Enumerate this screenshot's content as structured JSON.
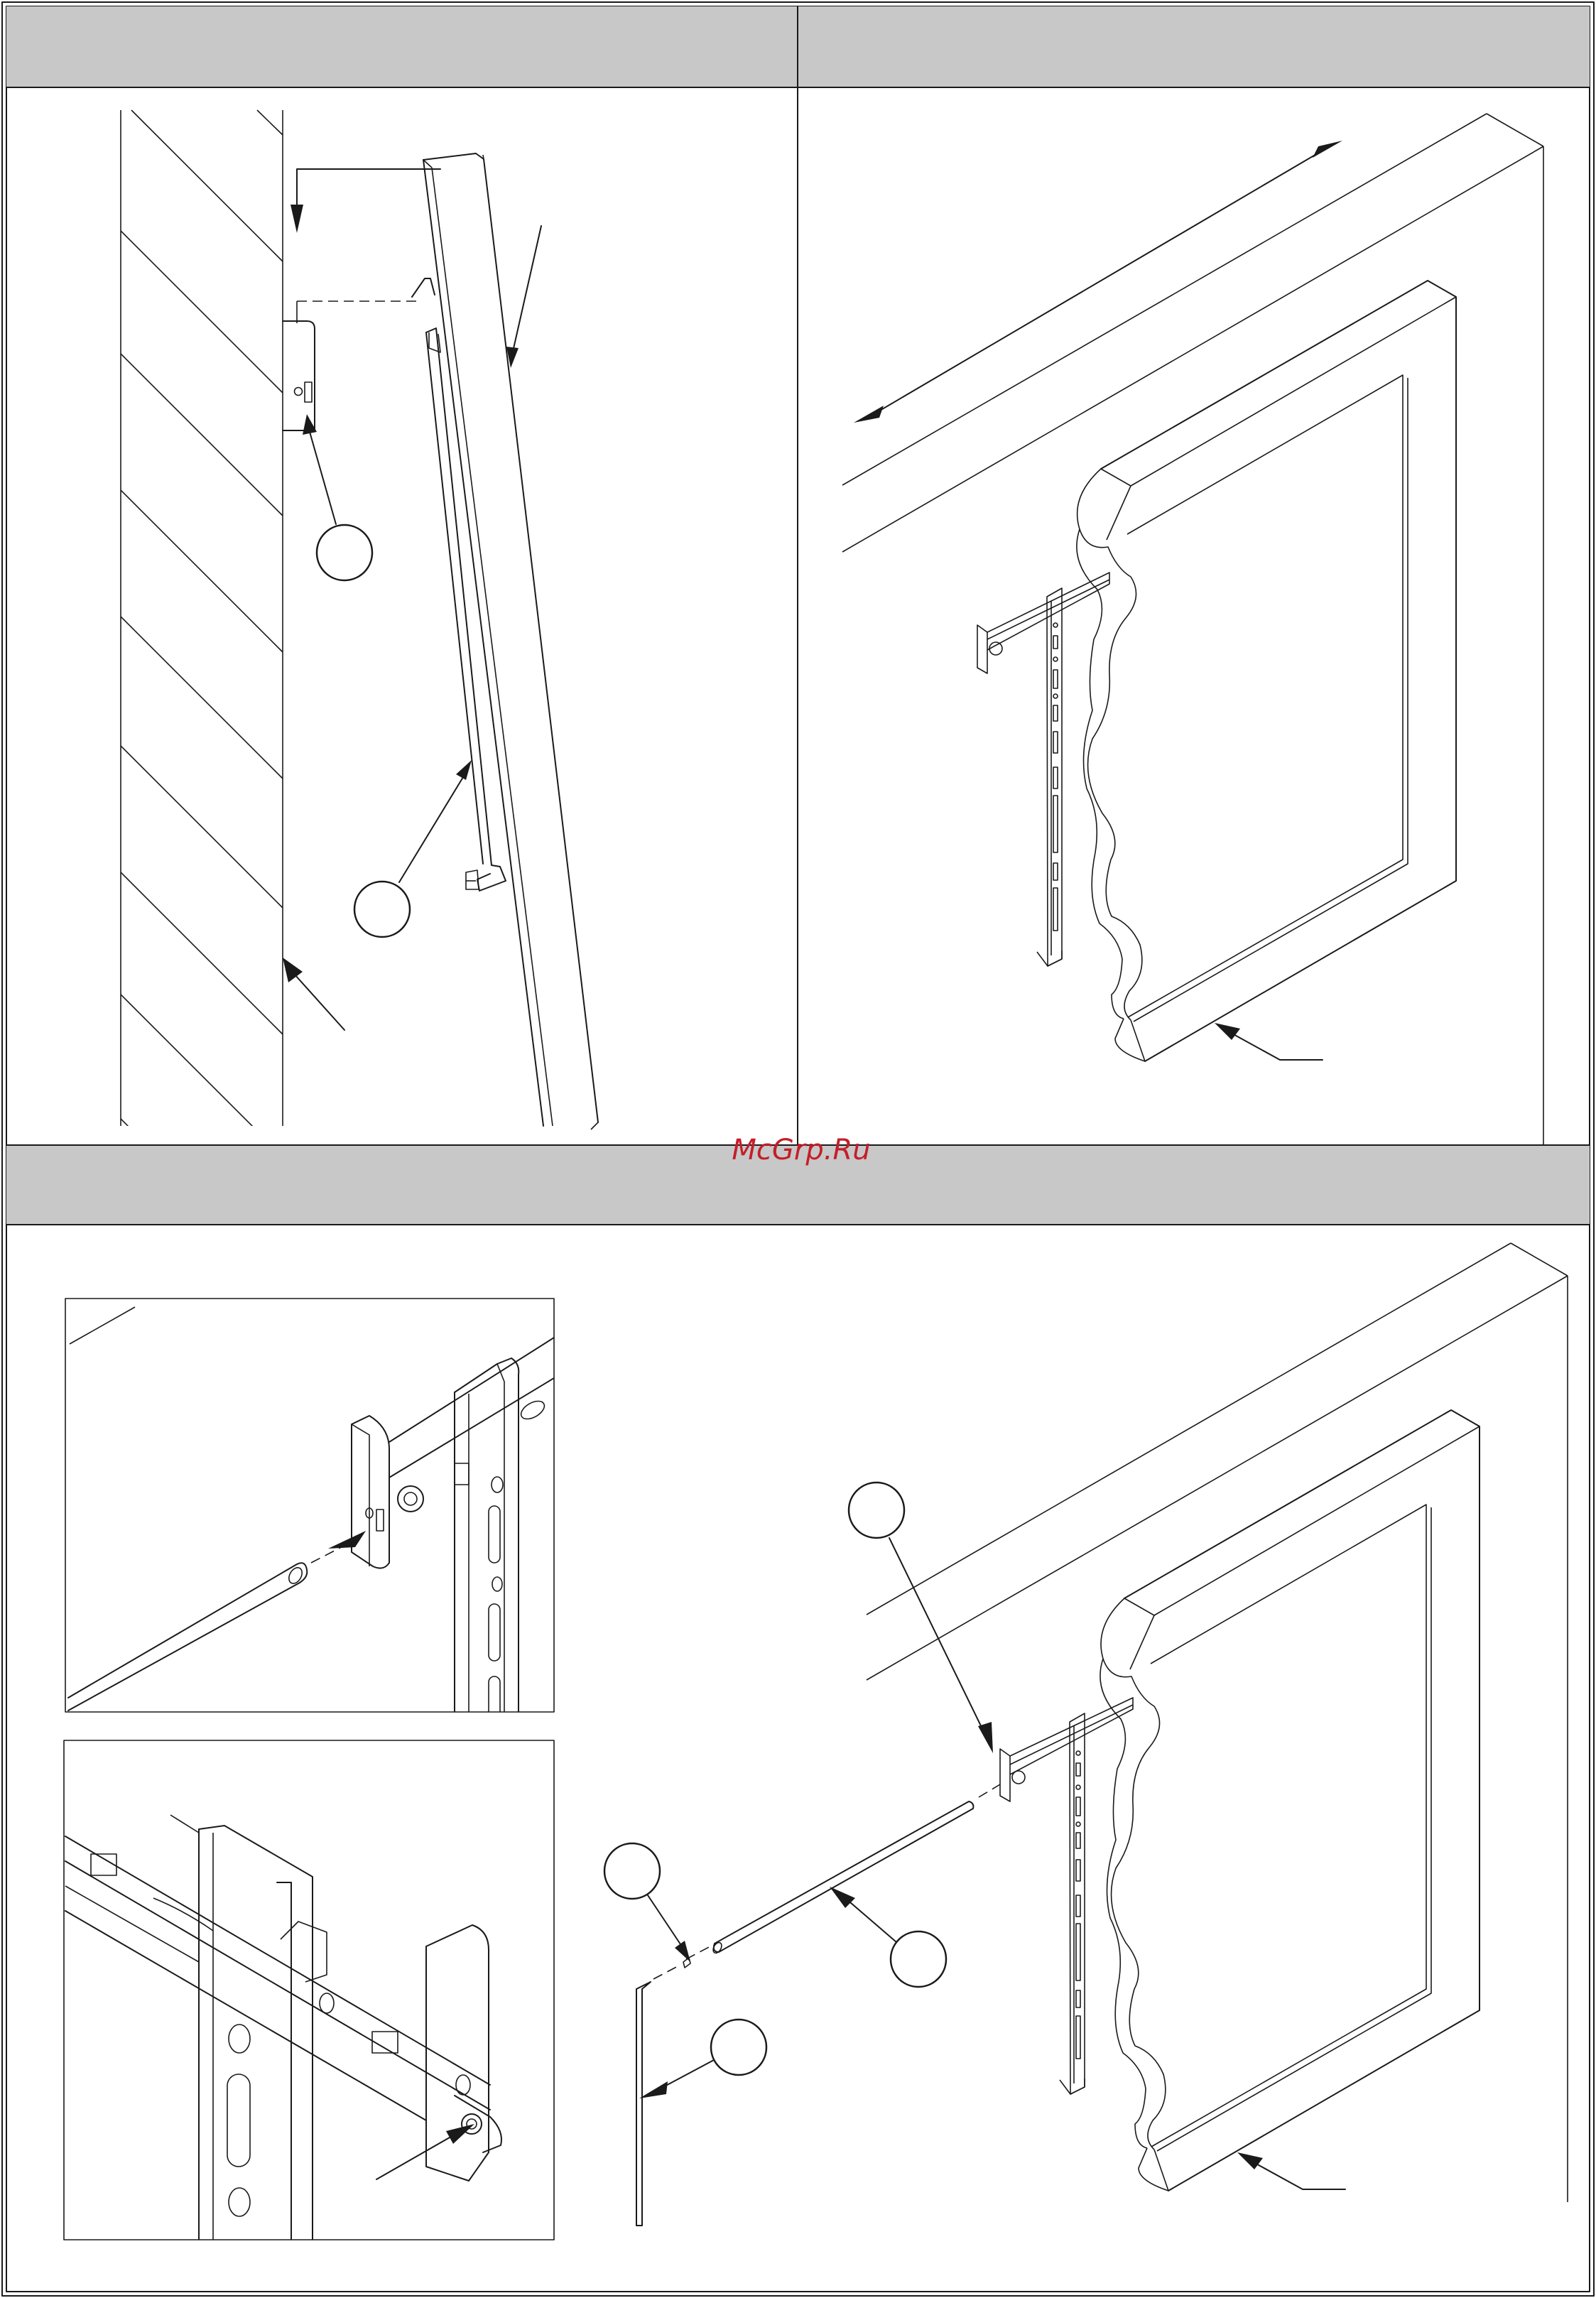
{
  "watermark": {
    "text": "McGrp.Ru",
    "color": "#c41e2a"
  },
  "colors": {
    "header_band": "#c8c8c8",
    "line": "#1a1a1a",
    "background": "#ffffff"
  },
  "panels": [
    {
      "id": "side-view",
      "header": "",
      "callouts": 2
    },
    {
      "id": "frame-view",
      "header": "",
      "callouts": 0
    },
    {
      "id": "assembly-view",
      "header": "",
      "callouts": 4
    }
  ]
}
